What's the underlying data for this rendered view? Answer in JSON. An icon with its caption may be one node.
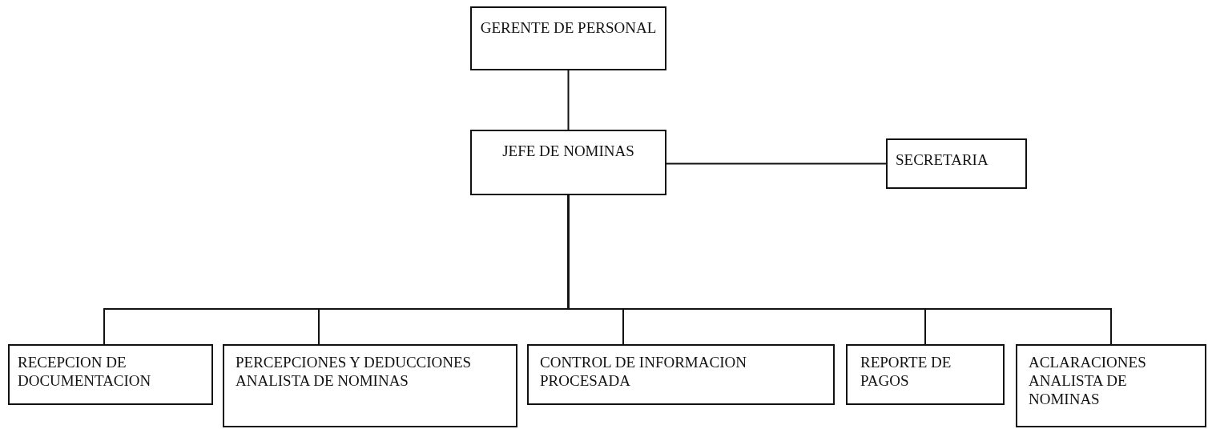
{
  "diagram": {
    "nodes": [
      {
        "text": [
          "GERENTE DE PERSONAL"
        ]
      },
      {
        "text": [
          "JEFE DE NOMINAS"
        ]
      },
      {
        "text": [
          "SECRETARIA"
        ]
      },
      {
        "text": [
          "RECEPCION DE DOCUMENTACION"
        ]
      },
      {
        "text": [
          "PERCEPCIONES Y DEDUCCIONES ANALISTA DE NOMINAS"
        ]
      },
      {
        "text": [
          "CONTROL DE INFORMACION PROCESADA"
        ]
      },
      {
        "text": [
          "REPORTE DE PAGOS"
        ]
      },
      {
        "text": [
          "ACLARACIONES ANALISTA DE NOMINAS"
        ]
      }
    ],
    "edges": [
      {
        "from": 0,
        "to": 1,
        "arrow": "none"
      },
      {
        "from": 1,
        "to": 2,
        "arrow": "none"
      },
      {
        "from": 1,
        "to": 3,
        "arrow": "none"
      },
      {
        "from": 1,
        "to": 4,
        "arrow": "none"
      },
      {
        "from": 1,
        "to": 5,
        "arrow": "none"
      },
      {
        "from": 1,
        "to": 6,
        "arrow": "none"
      },
      {
        "from": 1,
        "to": 7,
        "arrow": "none"
      }
    ]
  }
}
